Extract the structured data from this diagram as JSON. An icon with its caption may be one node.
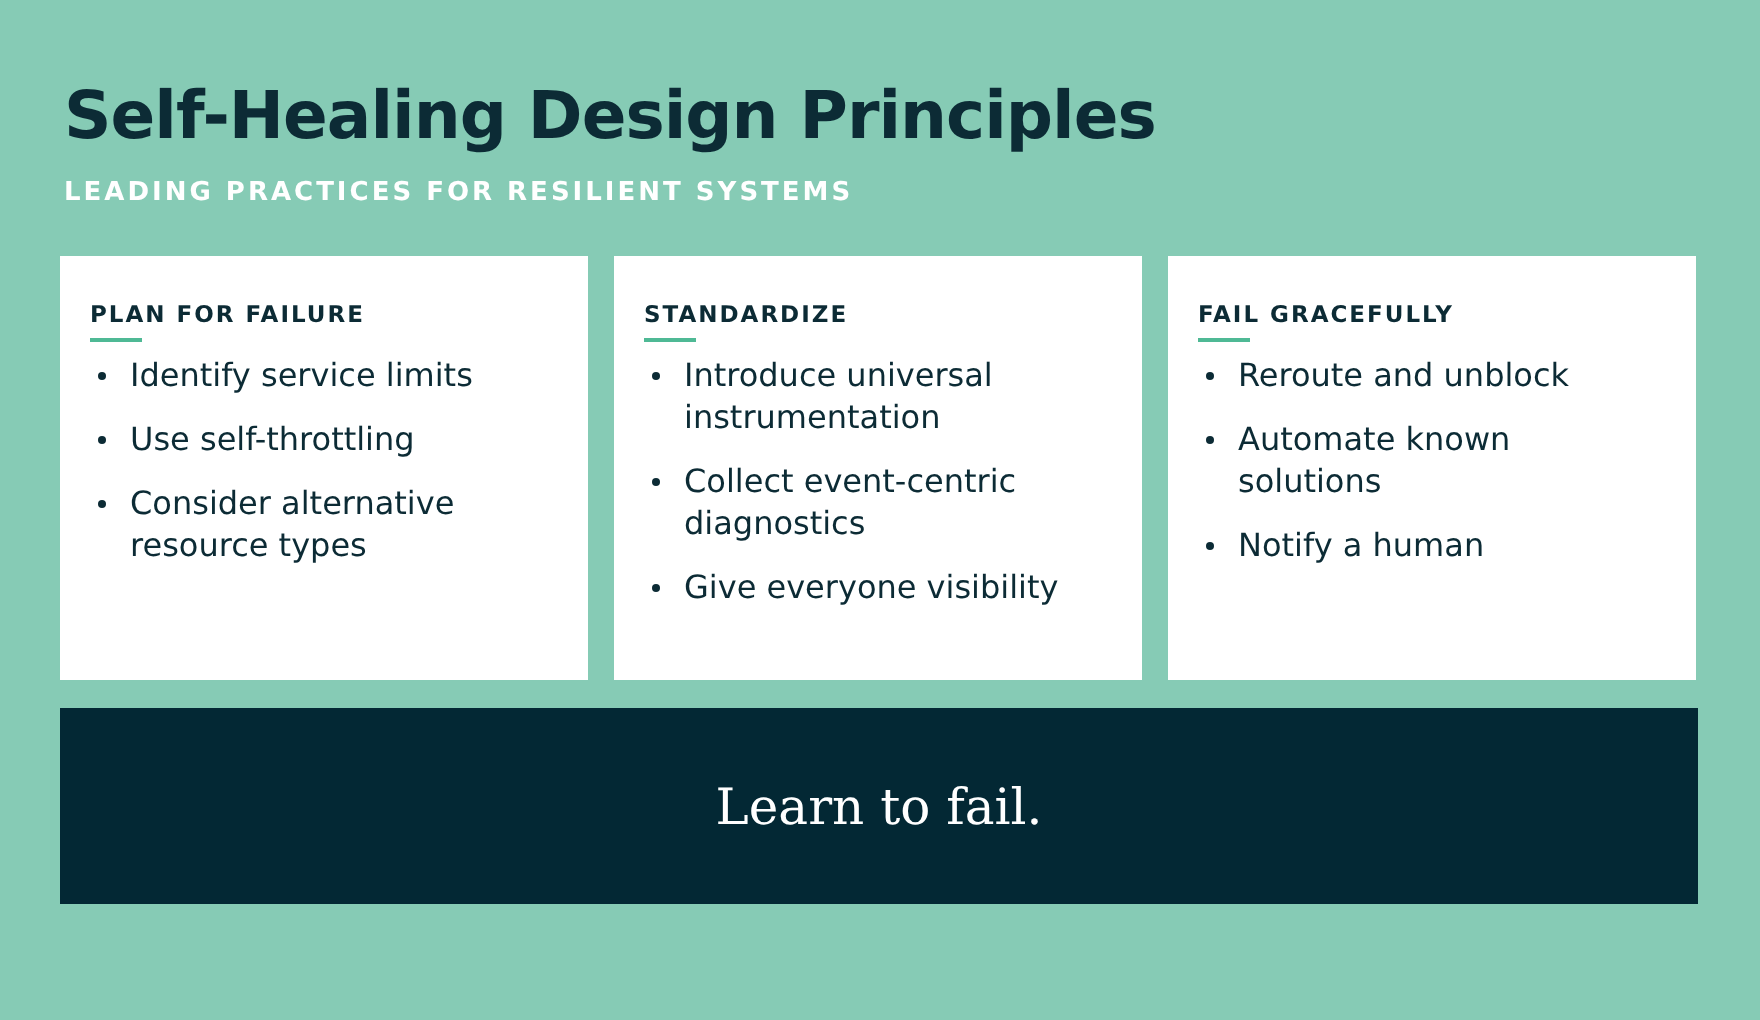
{
  "diagram": {
    "title": "Self-Healing Design Principles",
    "nodes": [
      {
        "text": [
          "PLAN FOR FAILURE",
          "Identify service limits",
          "Use self-throttling",
          "Consider alternative resource types"
        ]
      },
      {
        "text": [
          "STANDARDIZE",
          "Introduce universal instrumentation",
          "Collect event-centric diagnostics",
          "Give everyone visibility"
        ]
      },
      {
        "text": [
          "FAIL GRACEFULLY",
          "Reroute and unblock",
          "Automate known solutions",
          "Notify a human"
        ]
      },
      {
        "text": [
          "Learn to fail."
        ]
      }
    ],
    "edges": [],
    "labels": [
      "LEADING PRACTICES FOR RESILIENT SYSTEMS"
    ]
  }
}
